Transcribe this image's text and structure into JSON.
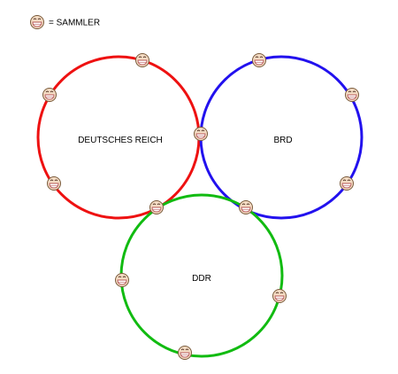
{
  "legend": {
    "icon": "smiley-face-icon",
    "text": "= SAMMLER"
  },
  "circles": [
    {
      "id": "deutsches-reich",
      "label": "DEUTSCHES REICH",
      "color": "#ee1111"
    },
    {
      "id": "brd",
      "label": "BRD",
      "color": "#2211ee"
    },
    {
      "id": "ddr",
      "label": "DDR",
      "color": "#11bb11"
    }
  ],
  "collector_icon": "smiley-face-icon",
  "collector_colors": {
    "face": "#f4dcc4",
    "outline": "#7a5a3a",
    "mouth": "#b85a5a"
  }
}
